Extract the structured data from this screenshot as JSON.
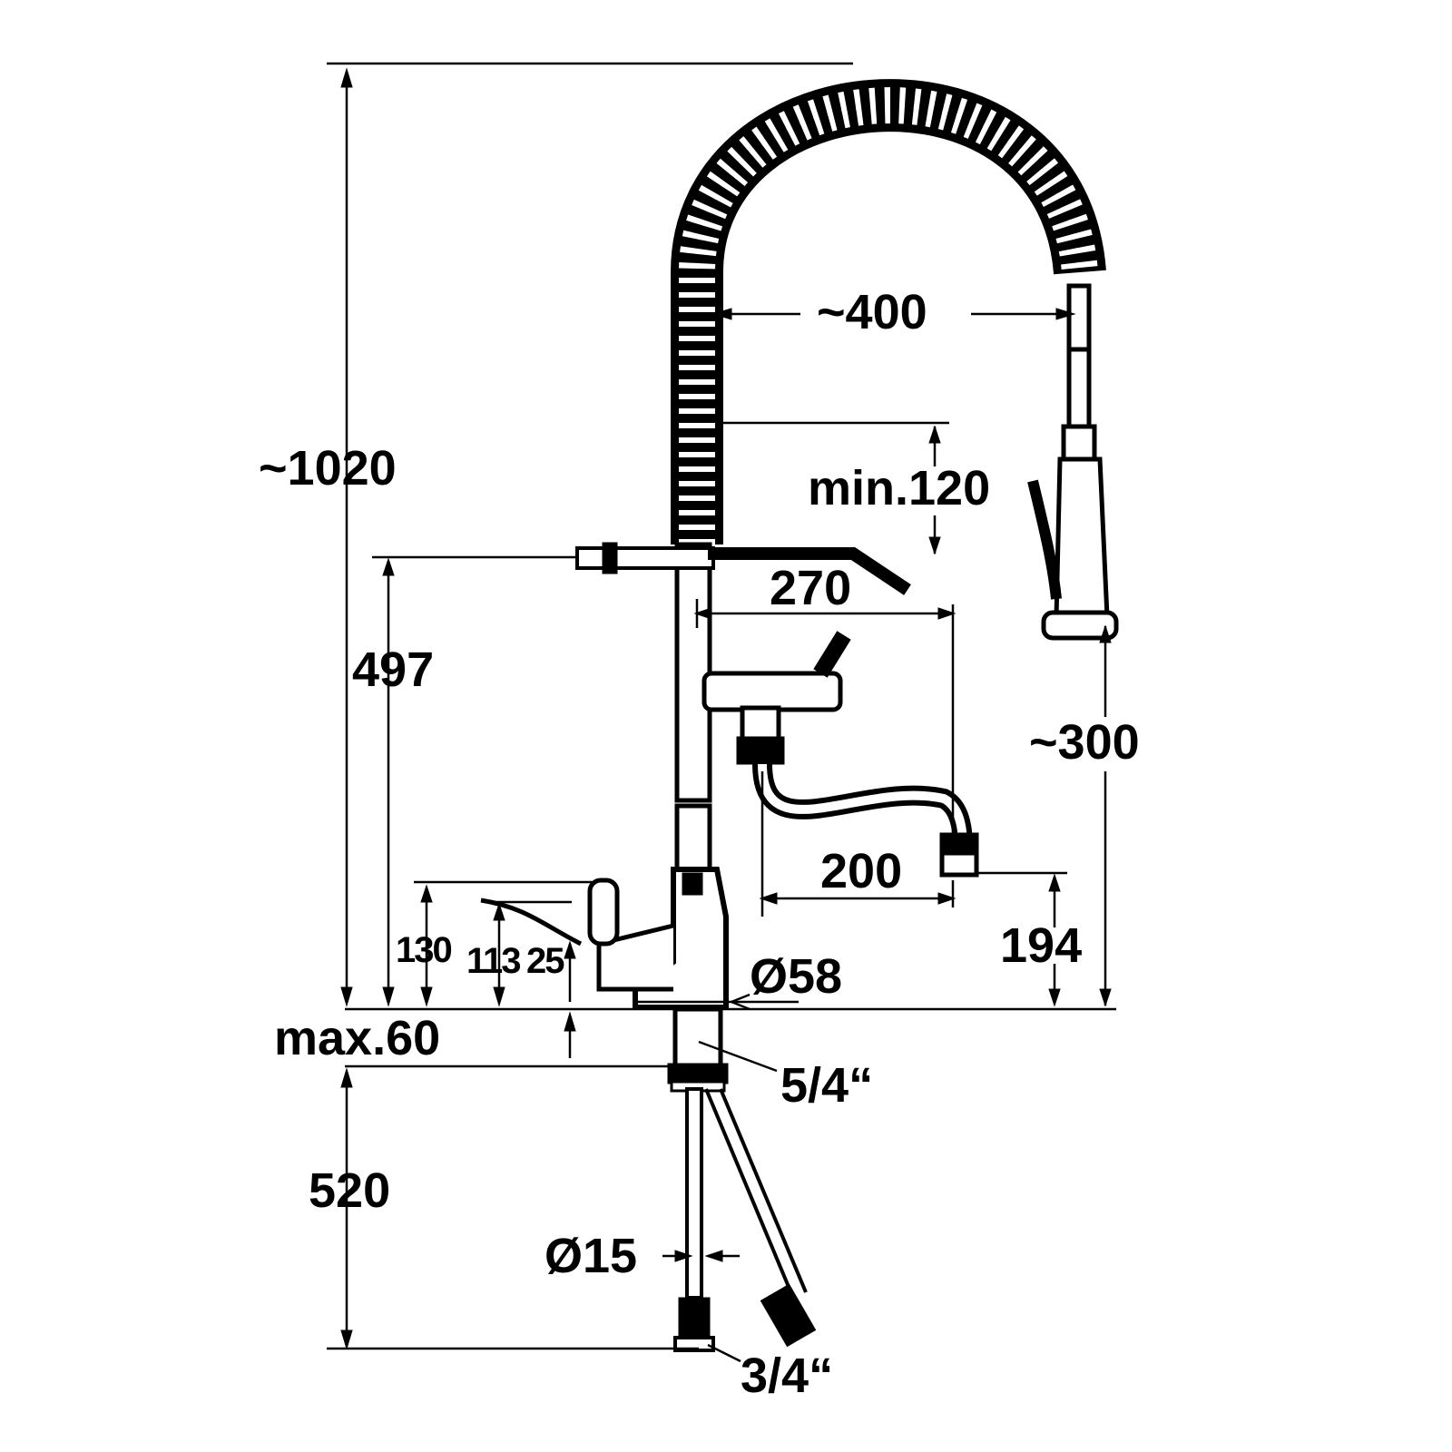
{
  "dimensions": {
    "overall_height": "~1020",
    "spray_reach": "~400",
    "min_clearance": "min.120",
    "spout_height": "497",
    "spout_reach": "270",
    "spray_height": "~300",
    "outlet_reach": "200",
    "outlet_height": "194",
    "handle_height_130": "130",
    "handle_height_113": "113",
    "handle_offset_25": "25",
    "base_diameter": "Ø58",
    "max_deck_thickness": "max.60",
    "connection_size": "5/4“",
    "hose_length": "520",
    "hose_diameter": "Ø15",
    "supply_thread": "3/4“"
  }
}
